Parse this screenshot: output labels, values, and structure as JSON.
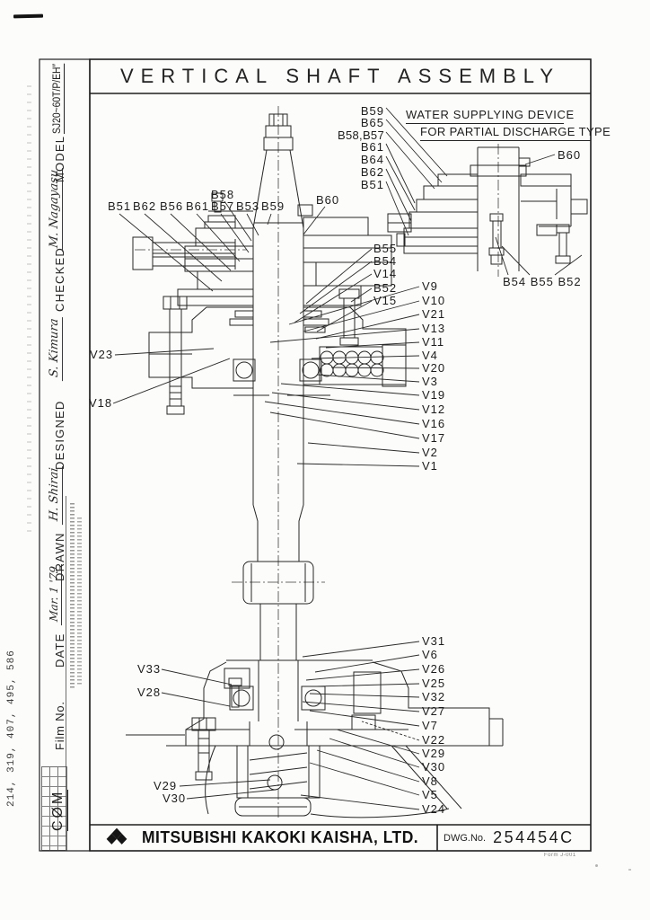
{
  "sheet": {
    "title": "VERTICAL SHAFT ASSEMBLY",
    "inset_title_line1": "WATER SUPPLYING DEVICE",
    "inset_title_line2": "FOR PARTIAL DISCHARGE TYPE"
  },
  "callouts": {
    "inset_left": [
      "B59",
      "B65",
      "B58,B57",
      "B61",
      "B64",
      "B62",
      "B51"
    ],
    "inset_right": "B60",
    "inset_bottom": "B54 B55 B52",
    "upper_row": [
      "B51",
      "B62",
      "B56",
      "B61",
      "B57",
      "B53",
      "B59"
    ],
    "upper_row_over": "B58",
    "upper_right": "B60",
    "mid_right": [
      "B55",
      "B54",
      "V14",
      "B52",
      "V15"
    ],
    "right_column": [
      "V9",
      "V10",
      "V21",
      "V13",
      "V11",
      "V4",
      "V20",
      "V3",
      "V19",
      "V12",
      "V16",
      "V17",
      "V2",
      "V1"
    ],
    "left_mid": [
      "V23",
      "V18"
    ],
    "lower_left": [
      "V33",
      "V28"
    ],
    "lower_left_bottom": [
      "V29",
      "V30"
    ],
    "lower_right_column": [
      "V31",
      "V6",
      "V26",
      "V25",
      "V32",
      "V27",
      "V7",
      "V22",
      "V29",
      "V30",
      "V8",
      "V5",
      "V24"
    ]
  },
  "title_block": {
    "model_label": "MODEL",
    "model_value": "SJ20~60T/P/EH″",
    "checked_label": "CHECKED",
    "checked_signature": "M. Nagayasu",
    "designed_label": "DESIGNED",
    "designed_signature": "S. Kimura",
    "drawn_label": "DRAWN",
    "drawn_signature": "H. Shirai",
    "date_label": "DATE",
    "date_value": "Mar. 1 '79",
    "film_no_label": "Film No.",
    "com_label": "CØM"
  },
  "footer": {
    "company": "MITSUBISHI KAKOKI KAISHA, LTD.",
    "dwg_label": "DWG.No.",
    "dwg_number": "254454C",
    "form_note": "Form J-001"
  },
  "margin": {
    "film_numbers": "214, 319, 407, 495, 586"
  }
}
